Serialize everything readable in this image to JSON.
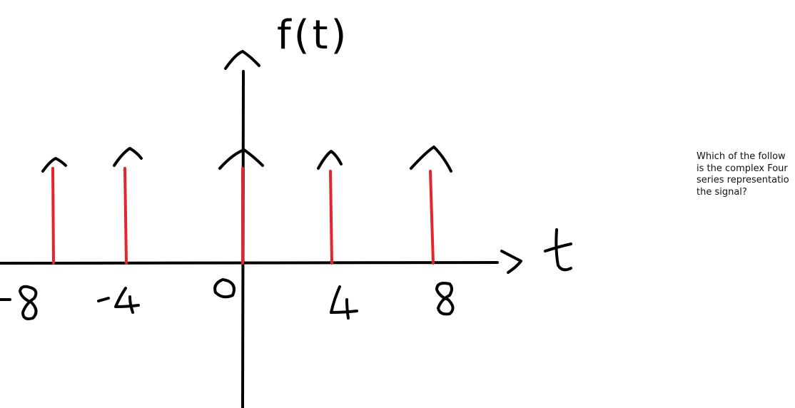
{
  "diagram": {
    "axis_labels": {
      "vertical": "f(t)",
      "horizontal": "t"
    },
    "tick_labels": [
      "-8",
      "-4",
      "0",
      "4",
      "8"
    ],
    "impulse_positions": [
      -8,
      -4,
      0,
      4,
      8
    ],
    "impulse_color": "#e3262b",
    "axis_color": "#000000"
  },
  "question": {
    "lines": [
      "Which of the follow",
      "is the complex Four",
      "series representatio",
      "the signal?"
    ]
  }
}
